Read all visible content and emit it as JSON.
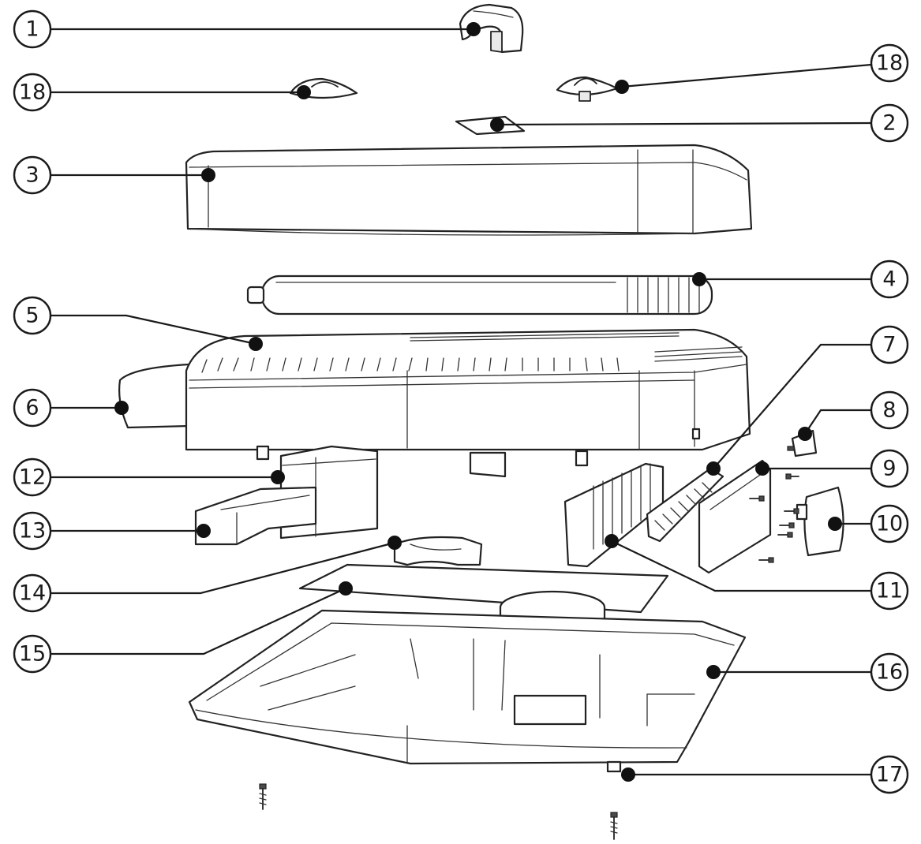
{
  "diagram": {
    "callouts": [
      {
        "id": "c1",
        "label": "1"
      },
      {
        "id": "c18a",
        "label": "18"
      },
      {
        "id": "c18b",
        "label": "18"
      },
      {
        "id": "c2",
        "label": "2"
      },
      {
        "id": "c3",
        "label": "3"
      },
      {
        "id": "c4",
        "label": "4"
      },
      {
        "id": "c5",
        "label": "5"
      },
      {
        "id": "c6",
        "label": "6"
      },
      {
        "id": "c7",
        "label": "7"
      },
      {
        "id": "c8",
        "label": "8"
      },
      {
        "id": "c9",
        "label": "9"
      },
      {
        "id": "c10",
        "label": "10"
      },
      {
        "id": "c11",
        "label": "11"
      },
      {
        "id": "c12",
        "label": "12"
      },
      {
        "id": "c13",
        "label": "13"
      },
      {
        "id": "c14",
        "label": "14"
      },
      {
        "id": "c15",
        "label": "15"
      },
      {
        "id": "c16",
        "label": "16"
      },
      {
        "id": "c17",
        "label": "17"
      }
    ],
    "colors": {
      "line": "#1a1a1a",
      "background": "#ffffff",
      "dot": "#111111"
    }
  }
}
